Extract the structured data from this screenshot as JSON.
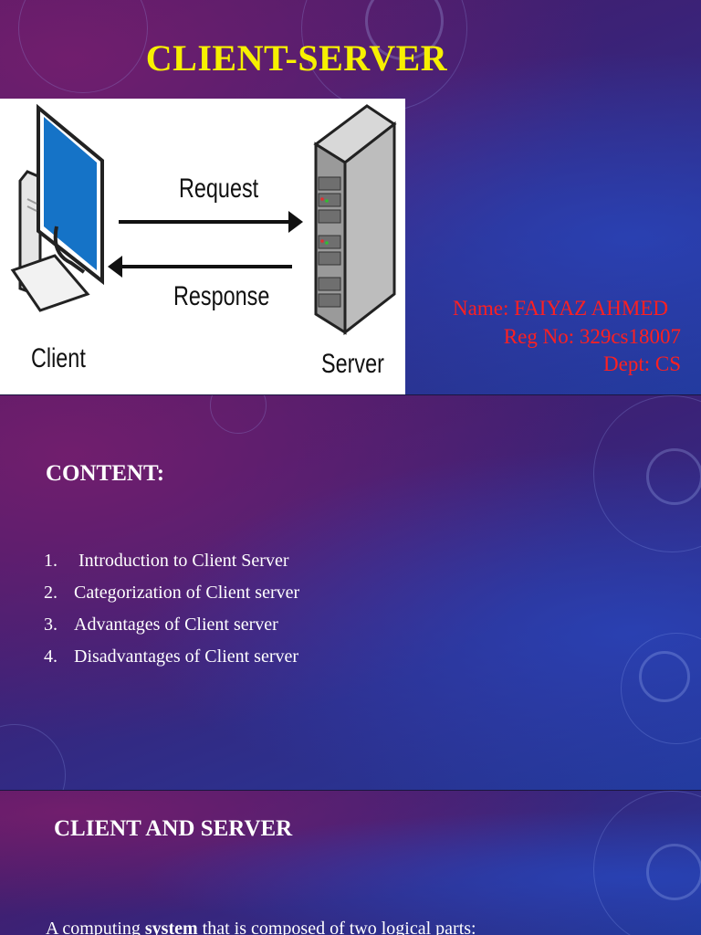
{
  "slide1": {
    "title": "CLIENT-SERVER",
    "diagram": {
      "request_label": "Request",
      "response_label": "Response",
      "client_label": "Client",
      "server_label": "Server"
    },
    "author": {
      "name": "Name: FAIYAZ AHMED",
      "reg_no": "Reg No: 329cs18007",
      "dept": "Dept: CS"
    }
  },
  "slide2": {
    "heading": "CONTENT:",
    "items": [
      {
        "num": "1.",
        "label": " Introduction to Client Server"
      },
      {
        "num": "2.",
        "label": "Categorization of Client server"
      },
      {
        "num": "3.",
        "label": "Advantages of Client server"
      },
      {
        "num": "4.",
        "label": "Disadvantages of Client server"
      }
    ]
  },
  "slide3": {
    "heading": "CLIENT AND SERVER",
    "para_before": "A computing ",
    "para_bold": "system",
    "para_after": " that is composed of two logical parts:"
  },
  "colors": {
    "title": "#f7f000",
    "author": "#ff2020",
    "text": "#ffffff"
  }
}
